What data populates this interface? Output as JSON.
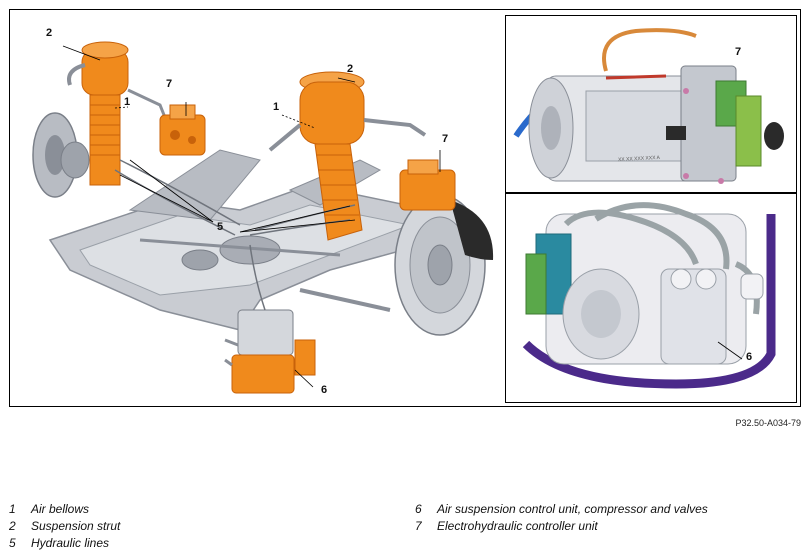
{
  "callouts": {
    "air_bellows_left": "1",
    "air_bellows_right": "1",
    "strut_left": "2",
    "strut_right": "2",
    "hydraulic_lines": "5",
    "control_unit": "6",
    "ehc_unit_left": "7",
    "ehc_unit_right": "7",
    "inset_top_label": "7",
    "inset_bottom_label": "6"
  },
  "figure_code": "P32.50-A034-79",
  "legend": [
    {
      "num": "1",
      "text": "Air bellows"
    },
    {
      "num": "2",
      "text": "Suspension strut"
    },
    {
      "num": "5",
      "text": "Hydraulic lines"
    },
    {
      "num": "6",
      "text": "Air suspension control unit, compressor and valves"
    },
    {
      "num": "7",
      "text": "Electrohydraulic controller unit"
    }
  ],
  "inset_top_marking": "XX XX XXX XXX A",
  "colors": {
    "orange": "#f08a1c",
    "orange_dark": "#c8620a",
    "metal": "#c9ccd2",
    "metal_dark": "#8a8f98",
    "brake": "#2a2a2a",
    "purple": "#4b2a8a",
    "hose_grey": "#9aa3a6",
    "green": "#5aa84a",
    "teal": "#2a8aa0"
  }
}
